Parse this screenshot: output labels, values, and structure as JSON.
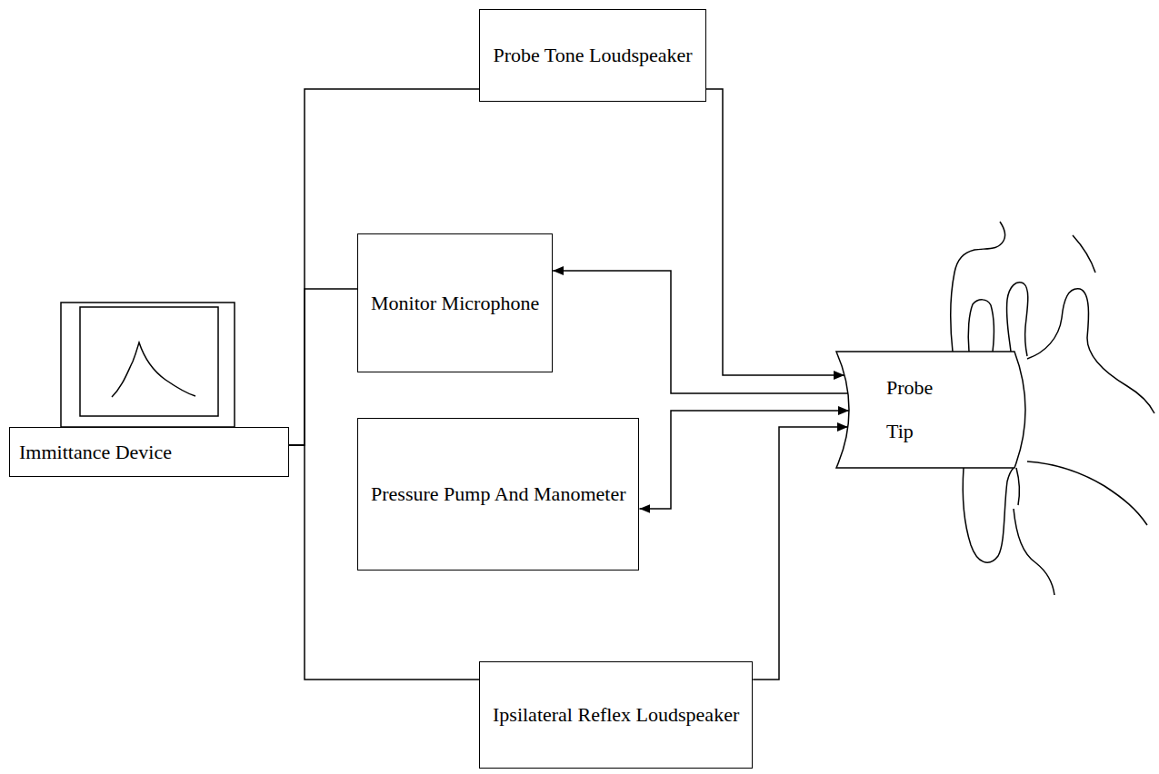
{
  "diagram": {
    "nodes": [
      {
        "text": [
          "Probe Tone Loudspeaker"
        ]
      },
      {
        "text": [
          "Monitor Microphone"
        ]
      },
      {
        "text": [
          "Probe Tip"
        ]
      },
      {
        "text": [
          "Immittance Device"
        ]
      },
      {
        "text": [
          "Pressure Pump And Manometer"
        ]
      },
      {
        "text": [
          "Ipsilateral Reflex Loudspeaker"
        ]
      }
    ],
    "edges": [
      {
        "from": 3,
        "to": 0,
        "arrow": "none"
      },
      {
        "from": 3,
        "to": 1,
        "arrow": "none"
      },
      {
        "from": 3,
        "to": 5,
        "arrow": "none"
      },
      {
        "from": 0,
        "to": 2,
        "arrow": "to"
      },
      {
        "from": 2,
        "to": 1,
        "arrow": "to"
      },
      {
        "from": 4,
        "to": 2,
        "arrow": "both"
      },
      {
        "from": 5,
        "to": 2,
        "arrow": "to"
      }
    ]
  }
}
